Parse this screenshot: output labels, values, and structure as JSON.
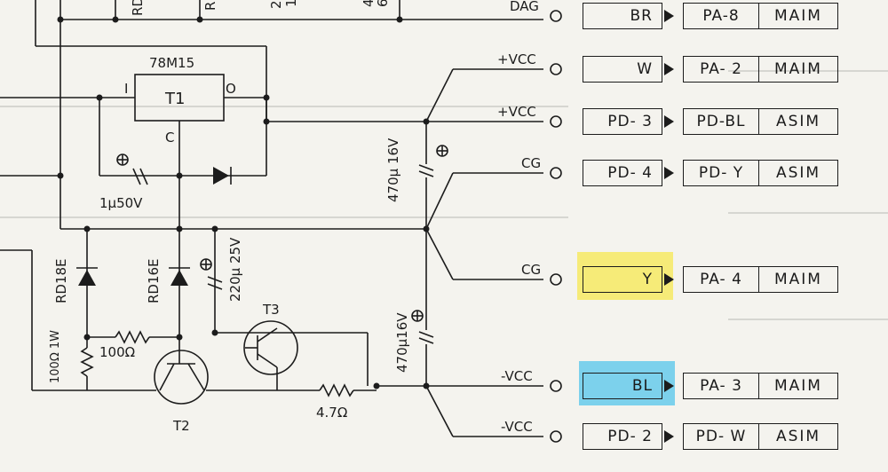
{
  "regulator": {
    "part": "78M15",
    "ref": "T1",
    "pin_in": "I",
    "pin_out": "O",
    "pin_common": "C"
  },
  "components": {
    "cap_reg": "1μ50V",
    "cap_c1": "470μ 16V",
    "cap_c2": "470μ16V",
    "cap_c3": "220μ 25V",
    "zener1": "RD18E",
    "zener2": "RD16E",
    "r1": "100Ω 1W",
    "r2": "100Ω",
    "r3": "4.7Ω",
    "t2": "T2",
    "t3": "T3",
    "top_fragments": [
      "RD",
      "R",
      "2",
      "1",
      "4",
      "6"
    ]
  },
  "nets": [
    {
      "label": "DAG",
      "plug": "BR",
      "pin": "PA-8",
      "conn": "MAIM"
    },
    {
      "label": "+VCC",
      "plug": "W",
      "pin": "PA- 2",
      "conn": "MAIM"
    },
    {
      "label": "+VCC",
      "plug": "PD- 3",
      "pin": "PD-BL",
      "conn": "ASIM"
    },
    {
      "label": "CG",
      "plug": "PD- 4",
      "pin": "PD- Y",
      "conn": "ASIM"
    },
    {
      "label": "CG",
      "plug": "Y",
      "pin": "PA- 4",
      "conn": "MAIM"
    },
    {
      "label": "-VCC",
      "plug": "BL",
      "pin": "PA- 3",
      "conn": "MAIM"
    },
    {
      "label": "-VCC",
      "plug": "PD- 2",
      "pin": "PD- W",
      "conn": "ASIM"
    }
  ],
  "highlights": {
    "yellow": "#f6ea6a",
    "blue": "#6fcdeb"
  }
}
